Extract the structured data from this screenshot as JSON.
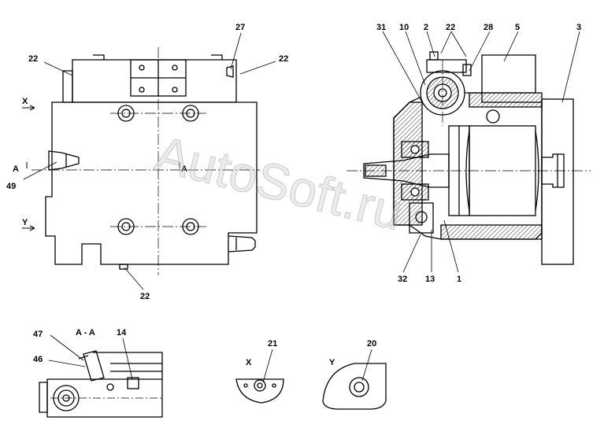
{
  "watermark": "AutoSoft.ru",
  "colors": {
    "line": "#000000",
    "hatch": "#000000",
    "background": "#ffffff",
    "watermark": "#c8c8c8"
  },
  "view_marks": {
    "x": "X",
    "y": "Y",
    "a_left": "A",
    "a_right": "A"
  },
  "left_view_callouts": [
    "22",
    "27",
    "22",
    "49",
    "22"
  ],
  "right_view_callouts": [
    "31",
    "10",
    "2",
    "22",
    "28",
    "5",
    "3",
    "32",
    "13",
    "1"
  ],
  "detail_aa": {
    "title": "A - A",
    "callouts": [
      "47",
      "46",
      "14"
    ]
  },
  "detail_x": {
    "title": "X",
    "callout": "21"
  },
  "detail_y": {
    "title": "Y",
    "callout": "20"
  }
}
